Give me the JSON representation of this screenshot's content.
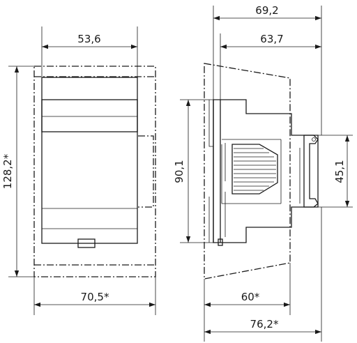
{
  "drawing": {
    "front_view": {
      "width_label": "53,6",
      "height_label": "128,2*",
      "envelope_width_label": "70,5*"
    },
    "side_view": {
      "total_depth_label": "69,2",
      "body_depth_label": "63,7",
      "front_height_label": "90,1",
      "rail_height_label": "45,1",
      "envelope_depth_label": "60*",
      "overall_depth_label": "76,2*"
    }
  }
}
